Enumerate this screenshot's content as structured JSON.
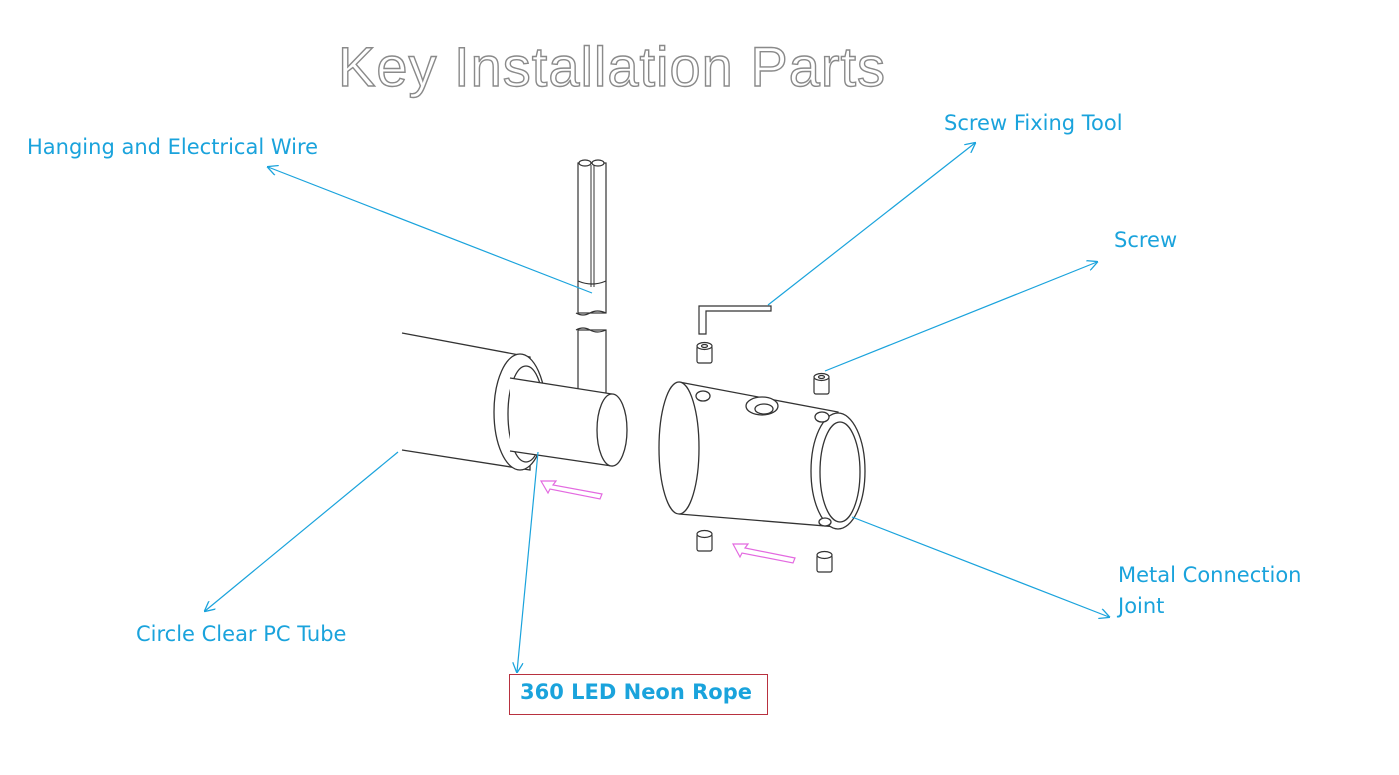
{
  "title": "Key Installation Parts",
  "labels": {
    "wire": "Hanging and Electrical Wire",
    "tool": "Screw Fixing Tool",
    "screw": "Screw",
    "tube": "Circle Clear PC Tube",
    "joint_line1": "Metal Connection",
    "joint_line2": "Joint",
    "rope": "360 LED Neon Rope"
  },
  "colors": {
    "label_text": "#1aa3dc",
    "leader_line": "#1aa3dc",
    "assembly_arrow": "#e36ae0",
    "rope_box_border": "#b8313f",
    "title_outline": "#8a8a8a",
    "drawing_stroke": "#333333"
  }
}
